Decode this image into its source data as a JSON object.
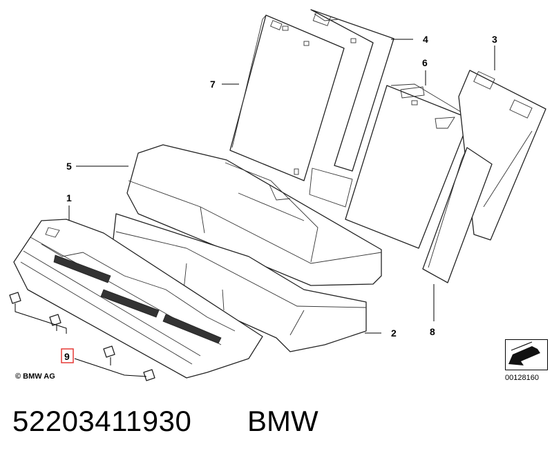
{
  "diagram": {
    "callouts": [
      {
        "id": "1",
        "label": "1"
      },
      {
        "id": "2",
        "label": "2"
      },
      {
        "id": "3",
        "label": "3"
      },
      {
        "id": "4",
        "label": "4"
      },
      {
        "id": "5",
        "label": "5"
      },
      {
        "id": "6",
        "label": "6"
      },
      {
        "id": "7",
        "label": "7"
      },
      {
        "id": "8",
        "label": "8"
      },
      {
        "id": "9",
        "label": "9",
        "highlighted": true
      }
    ],
    "copyright": "© BMW AG",
    "reference_code": "00128160",
    "highlight_color": "#e53935"
  },
  "caption": {
    "part_number": "52203411930",
    "brand": "BMW"
  }
}
